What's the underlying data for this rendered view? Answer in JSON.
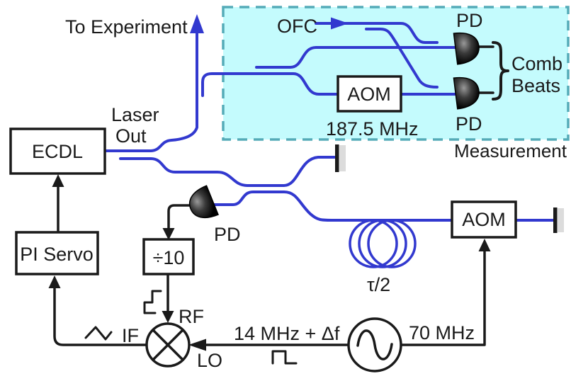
{
  "colors": {
    "fiber": "#3239cf",
    "wire": "#1a1a1a",
    "meas_fill": "#c4fbfd",
    "meas_border": "#55abb8",
    "mirror": "#dcdcdc"
  },
  "left": {
    "to_experiment": "To Experiment",
    "laser": "Laser",
    "out": "Out",
    "ecdl": "ECDL",
    "pi_servo": "PI Servo"
  },
  "rf_chain": {
    "pd": "PD",
    "divider": "÷10",
    "rf": "RF",
    "if": "IF",
    "lo": "LO",
    "lo_freq": "14 MHz + Δf",
    "osc_freq": "70 MHz"
  },
  "delay_arm": {
    "tau": "τ/2",
    "aom": "AOM"
  },
  "measurement": {
    "title": "Measurement",
    "ofc": "OFC",
    "pd_top": "PD",
    "pd_bottom": "PD",
    "aom": "AOM",
    "aom_freq": "187.5 MHz",
    "comb": "Comb",
    "beats": "Beats"
  }
}
